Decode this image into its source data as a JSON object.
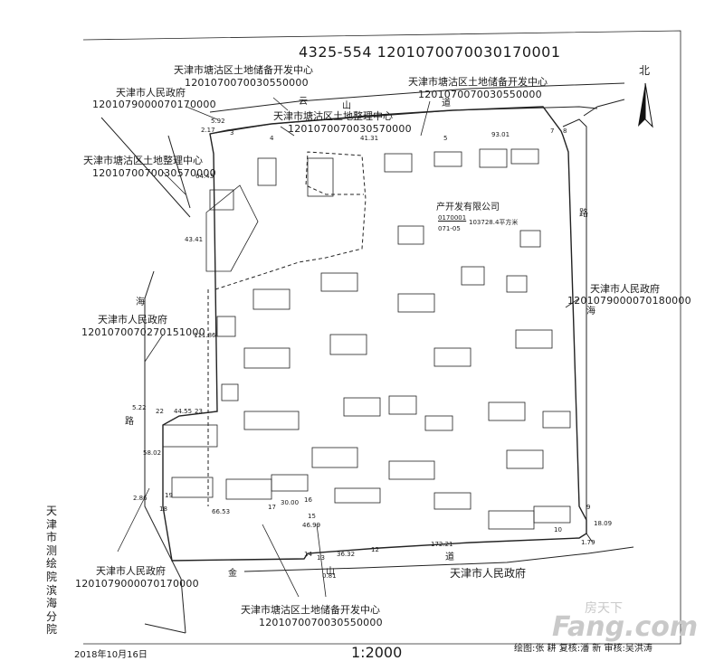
{
  "header": {
    "title": "4325-554 120107007003017000​1"
  },
  "north_label": "北",
  "scale": "1:2000",
  "surveyor_vertical": "天津市测绘院滨海分院",
  "date": "2018年10月16日",
  "credits": "绘图:张  耕  复核:潘  新  审核:吴洪涛",
  "watermark": {
    "brand": "房天下",
    "domain": "Fang.com"
  },
  "parcel": {
    "owner": "产开发有限公司",
    "code": "0170001",
    "area": "103728.4平方米",
    "sub_code": "071-05"
  },
  "neighbors": {
    "top_center": {
      "name": "天津市塘沽区土地储备开发中心",
      "code": "120107007003055000​0"
    },
    "top_left": {
      "name": "天津市人民政府",
      "code": "120107900007017000​0"
    },
    "top_mid": {
      "name": "天津市塘沽区土地整理中心",
      "code": "120107007003057000​0"
    },
    "top_right": {
      "name": "天津市塘沽区土地储备开发中心",
      "code": "120107007003055000​0"
    },
    "left_upper": {
      "name": "天津市塘沽区土地整理中心",
      "code": "120107007003057000​0"
    },
    "left_mid": {
      "name": "天津市人民政府",
      "code": "120107007027015100​0"
    },
    "right_mid": {
      "name": "天津市人民政府",
      "code": "120107900007018000​0"
    },
    "bottom_left": {
      "name": "天津市人民政府",
      "code": "120107900007017000​0"
    },
    "bottom_center": {
      "name": "天津市塘沽区土地储备开发中心",
      "code": "120107007003055000​0"
    },
    "bottom_right": {
      "name": "天津市人民政府"
    }
  },
  "roads": {
    "top_a": "云",
    "top_b": "山",
    "top_c": "道",
    "left_a": "海",
    "left_b": "路",
    "right_a": "海",
    "right_b": "路",
    "bottom_a": "金",
    "bottom_b": "山",
    "bottom_c": "道"
  },
  "dims": {
    "d1": "5.92",
    "d2": "2.17",
    "d3": "3",
    "d4": "4",
    "d5": "41.31",
    "d6": "5",
    "d7": "93.01",
    "d8": "7",
    "d9": "8",
    "d10": "64.43",
    "d11": "43.41",
    "d12": "111.86",
    "d13": "5.22",
    "d14": "44.55",
    "d15": "22",
    "d16": "23",
    "d17": "58.02",
    "d18": "2.86",
    "d19": "19",
    "d20": "18",
    "d21": "66.53",
    "d22": "17",
    "d23": "30.00",
    "d24": "16",
    "d25": "15",
    "d26": "46.99",
    "d27": "14",
    "d28": "13",
    "d29": "36.32",
    "d30": "12",
    "d31": "172.21",
    "d32": "10",
    "d33": "9",
    "d34": "18.09",
    "d35": "1.79",
    "d36": "0.81"
  }
}
